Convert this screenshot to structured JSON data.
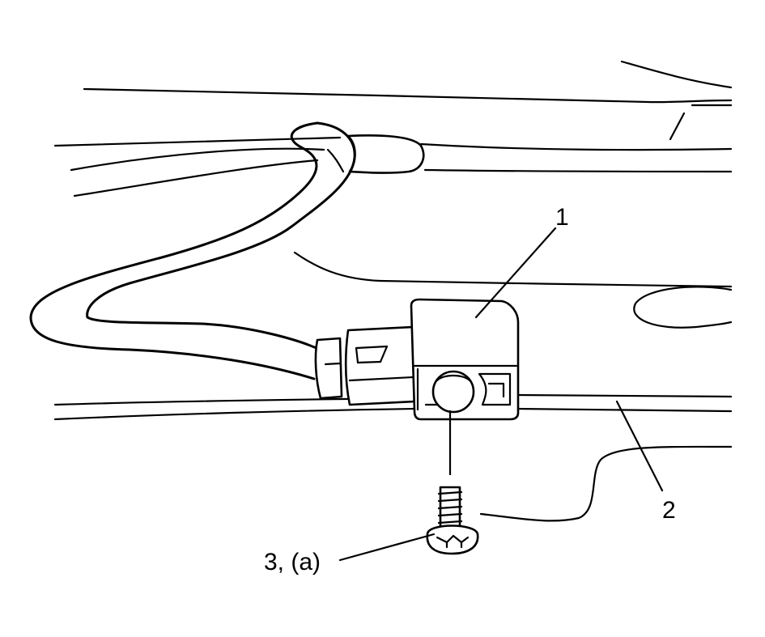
{
  "callouts": {
    "label_1": "1",
    "label_2": "2",
    "label_3": "3, (a)"
  },
  "colors": {
    "line": "#000000",
    "background": "#ffffff"
  }
}
